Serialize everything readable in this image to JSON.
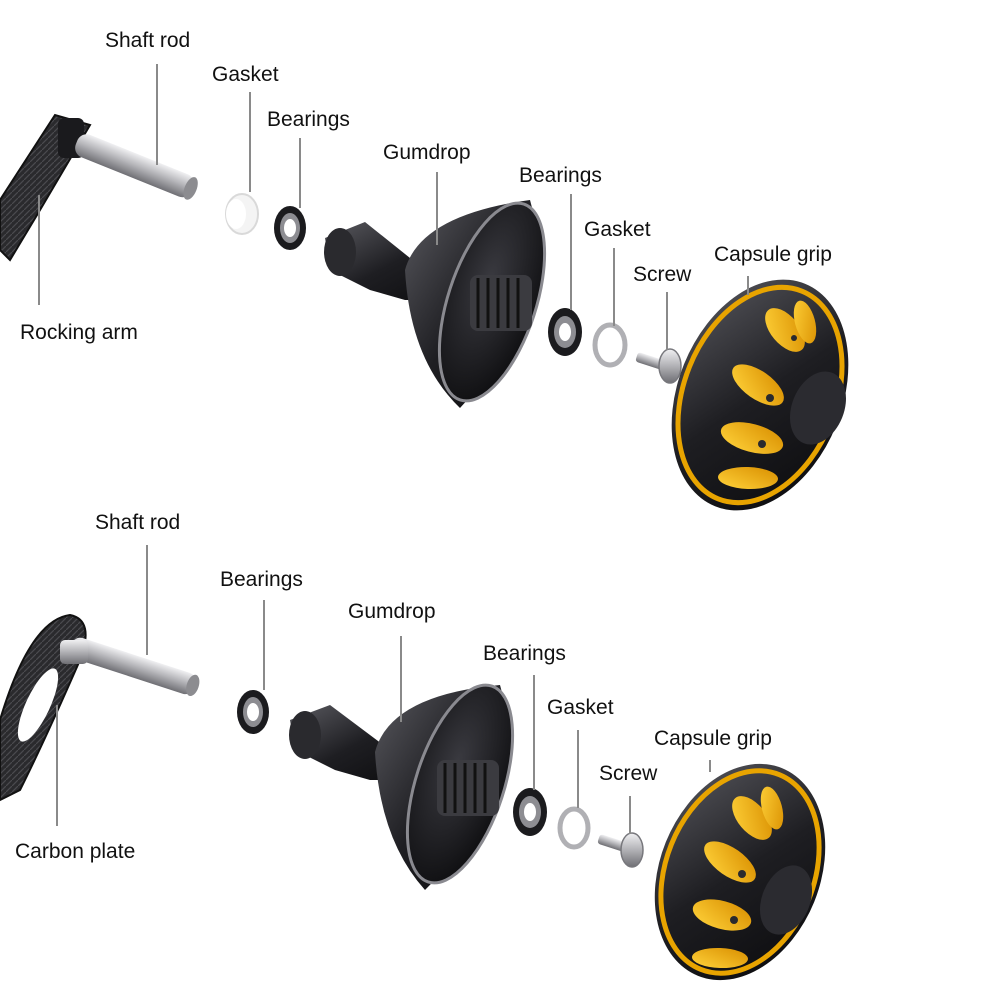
{
  "diagram_top": {
    "labels": {
      "shaft_rod": "Shaft rod",
      "gasket_1": "Gasket",
      "bearings_1": "Bearings",
      "gumdrop": "Gumdrop",
      "bearings_2": "Bearings",
      "gasket_2": "Gasket",
      "screw": "Screw",
      "capsule_grip": "Capsule grip",
      "rocking_arm": "Rocking arm"
    }
  },
  "diagram_bottom": {
    "labels": {
      "shaft_rod": "Shaft rod",
      "bearings_1": "Bearings",
      "gumdrop": "Gumdrop",
      "bearings_2": "Bearings",
      "gasket": "Gasket",
      "capsule_grip": "Capsule grip",
      "screw": "Screw",
      "carbon_plate": "Carbon plate"
    }
  },
  "colors": {
    "accent_gold": "#e8a400",
    "metal_dark": "#1c1c1f",
    "steel": "#c9c9cc",
    "leader_gray": "#8a8a8a"
  }
}
